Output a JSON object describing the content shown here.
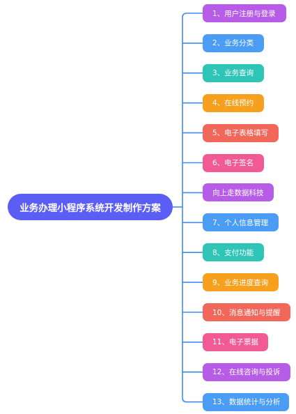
{
  "diagram": {
    "root": {
      "label": "业务办理小程序系统开发制作方案",
      "color": "#5b5ef4"
    },
    "connector_color": "#3d8bf2",
    "branches": [
      {
        "label": "1、用户注册与登录",
        "color": "#b65ce6"
      },
      {
        "label": "2、业务分类",
        "color": "#4a9cf5"
      },
      {
        "label": "3、业务查询",
        "color": "#2ec4b6"
      },
      {
        "label": "4、在线预约",
        "color": "#f7a01e"
      },
      {
        "label": "5、电子表格填写",
        "color": "#f1675a"
      },
      {
        "label": "6、电子签名",
        "color": "#f15a93"
      },
      {
        "label": "向上走数据科技",
        "color": "#b65ce6"
      },
      {
        "label": "7、个人信息管理",
        "color": "#4a9cf5"
      },
      {
        "label": "8、支付功能",
        "color": "#2ec4b6"
      },
      {
        "label": "9、业务进度查询",
        "color": "#f7a01e"
      },
      {
        "label": "10、消息通知与提醒",
        "color": "#f1675a"
      },
      {
        "label": "11、电子票据",
        "color": "#f15a93"
      },
      {
        "label": "12、在线咨询与投诉",
        "color": "#b65ce6"
      },
      {
        "label": "13、数据统计与分析",
        "color": "#4a9cf5"
      }
    ]
  }
}
